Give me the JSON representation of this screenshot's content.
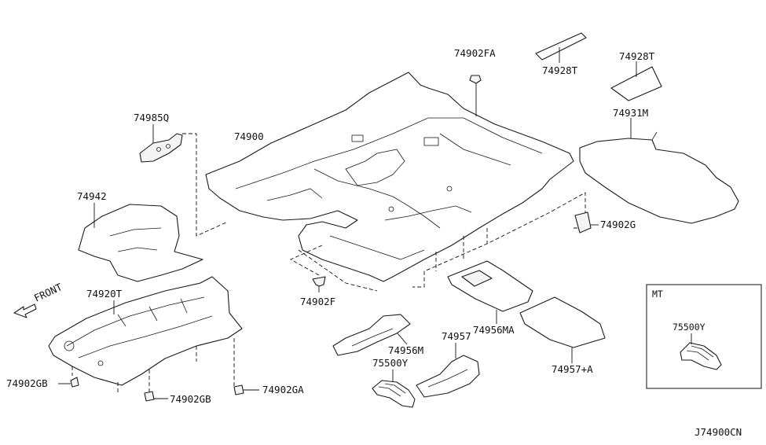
{
  "diagram": {
    "code": "J74900CN",
    "front_label": "FRONT",
    "inset_label": "MT",
    "parts": [
      {
        "id": "74902FA",
        "label": "74902FA"
      },
      {
        "id": "74928T_a",
        "label": "74928T"
      },
      {
        "id": "74928T_b",
        "label": "74928T"
      },
      {
        "id": "74985Q",
        "label": "74985Q"
      },
      {
        "id": "74900",
        "label": "74900"
      },
      {
        "id": "74931M",
        "label": "74931M"
      },
      {
        "id": "74942",
        "label": "74942"
      },
      {
        "id": "74902G",
        "label": "74902G"
      },
      {
        "id": "74920T",
        "label": "74920T"
      },
      {
        "id": "74902F",
        "label": "74902F"
      },
      {
        "id": "74956MA",
        "label": "74956MA"
      },
      {
        "id": "74956M",
        "label": "74956M"
      },
      {
        "id": "74957",
        "label": "74957"
      },
      {
        "id": "75500Y_a",
        "label": "75500Y"
      },
      {
        "id": "74957A",
        "label": "74957+A"
      },
      {
        "id": "74902GB_a",
        "label": "74902GB"
      },
      {
        "id": "74902GB_b",
        "label": "74902GB"
      },
      {
        "id": "74902GA",
        "label": "74902GA"
      },
      {
        "id": "75500Y_b",
        "label": "75500Y"
      }
    ]
  }
}
